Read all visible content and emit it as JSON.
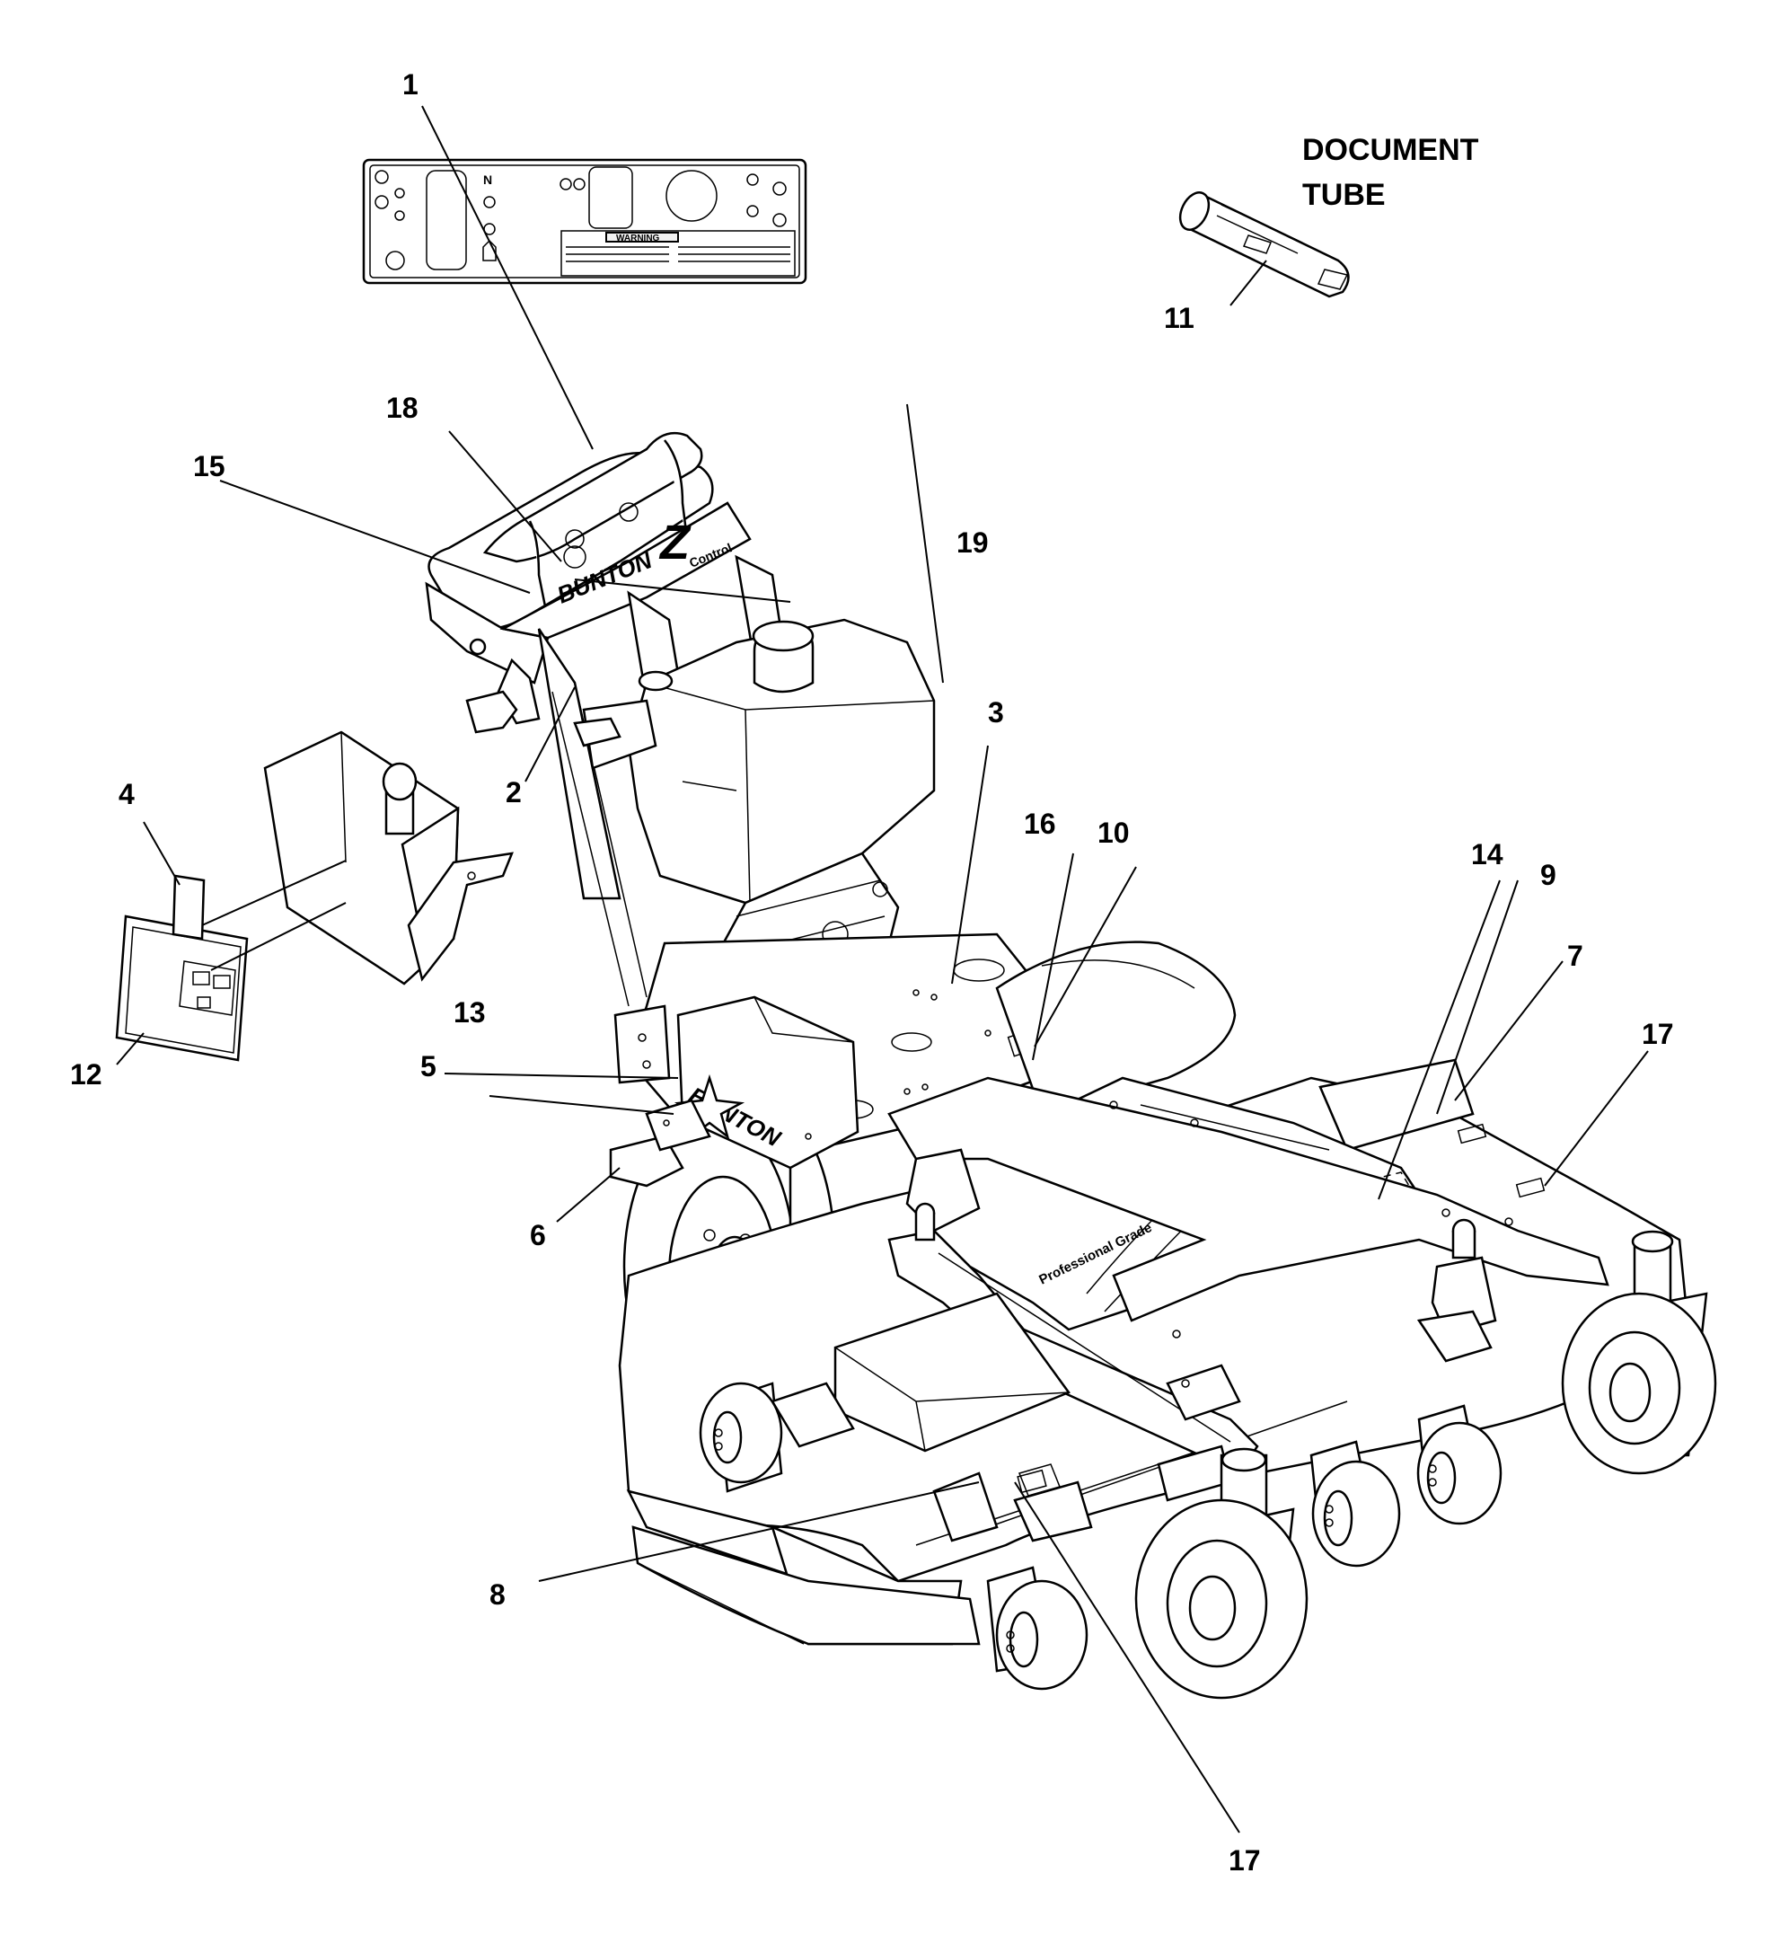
{
  "document_tube": {
    "line1": "DOCUMENT",
    "line2": "TUBE"
  },
  "callouts": [
    "1",
    "2",
    "3",
    "4",
    "5",
    "6",
    "7",
    "8",
    "9",
    "10",
    "11",
    "12",
    "13",
    "14",
    "15",
    "16",
    "17",
    "17",
    "18",
    "19"
  ],
  "brand": {
    "name": "BUNTON",
    "model_letter": "Z",
    "model_word": "Control",
    "deck_text": "Professional Grade",
    "decal_warning": "WARNING"
  }
}
